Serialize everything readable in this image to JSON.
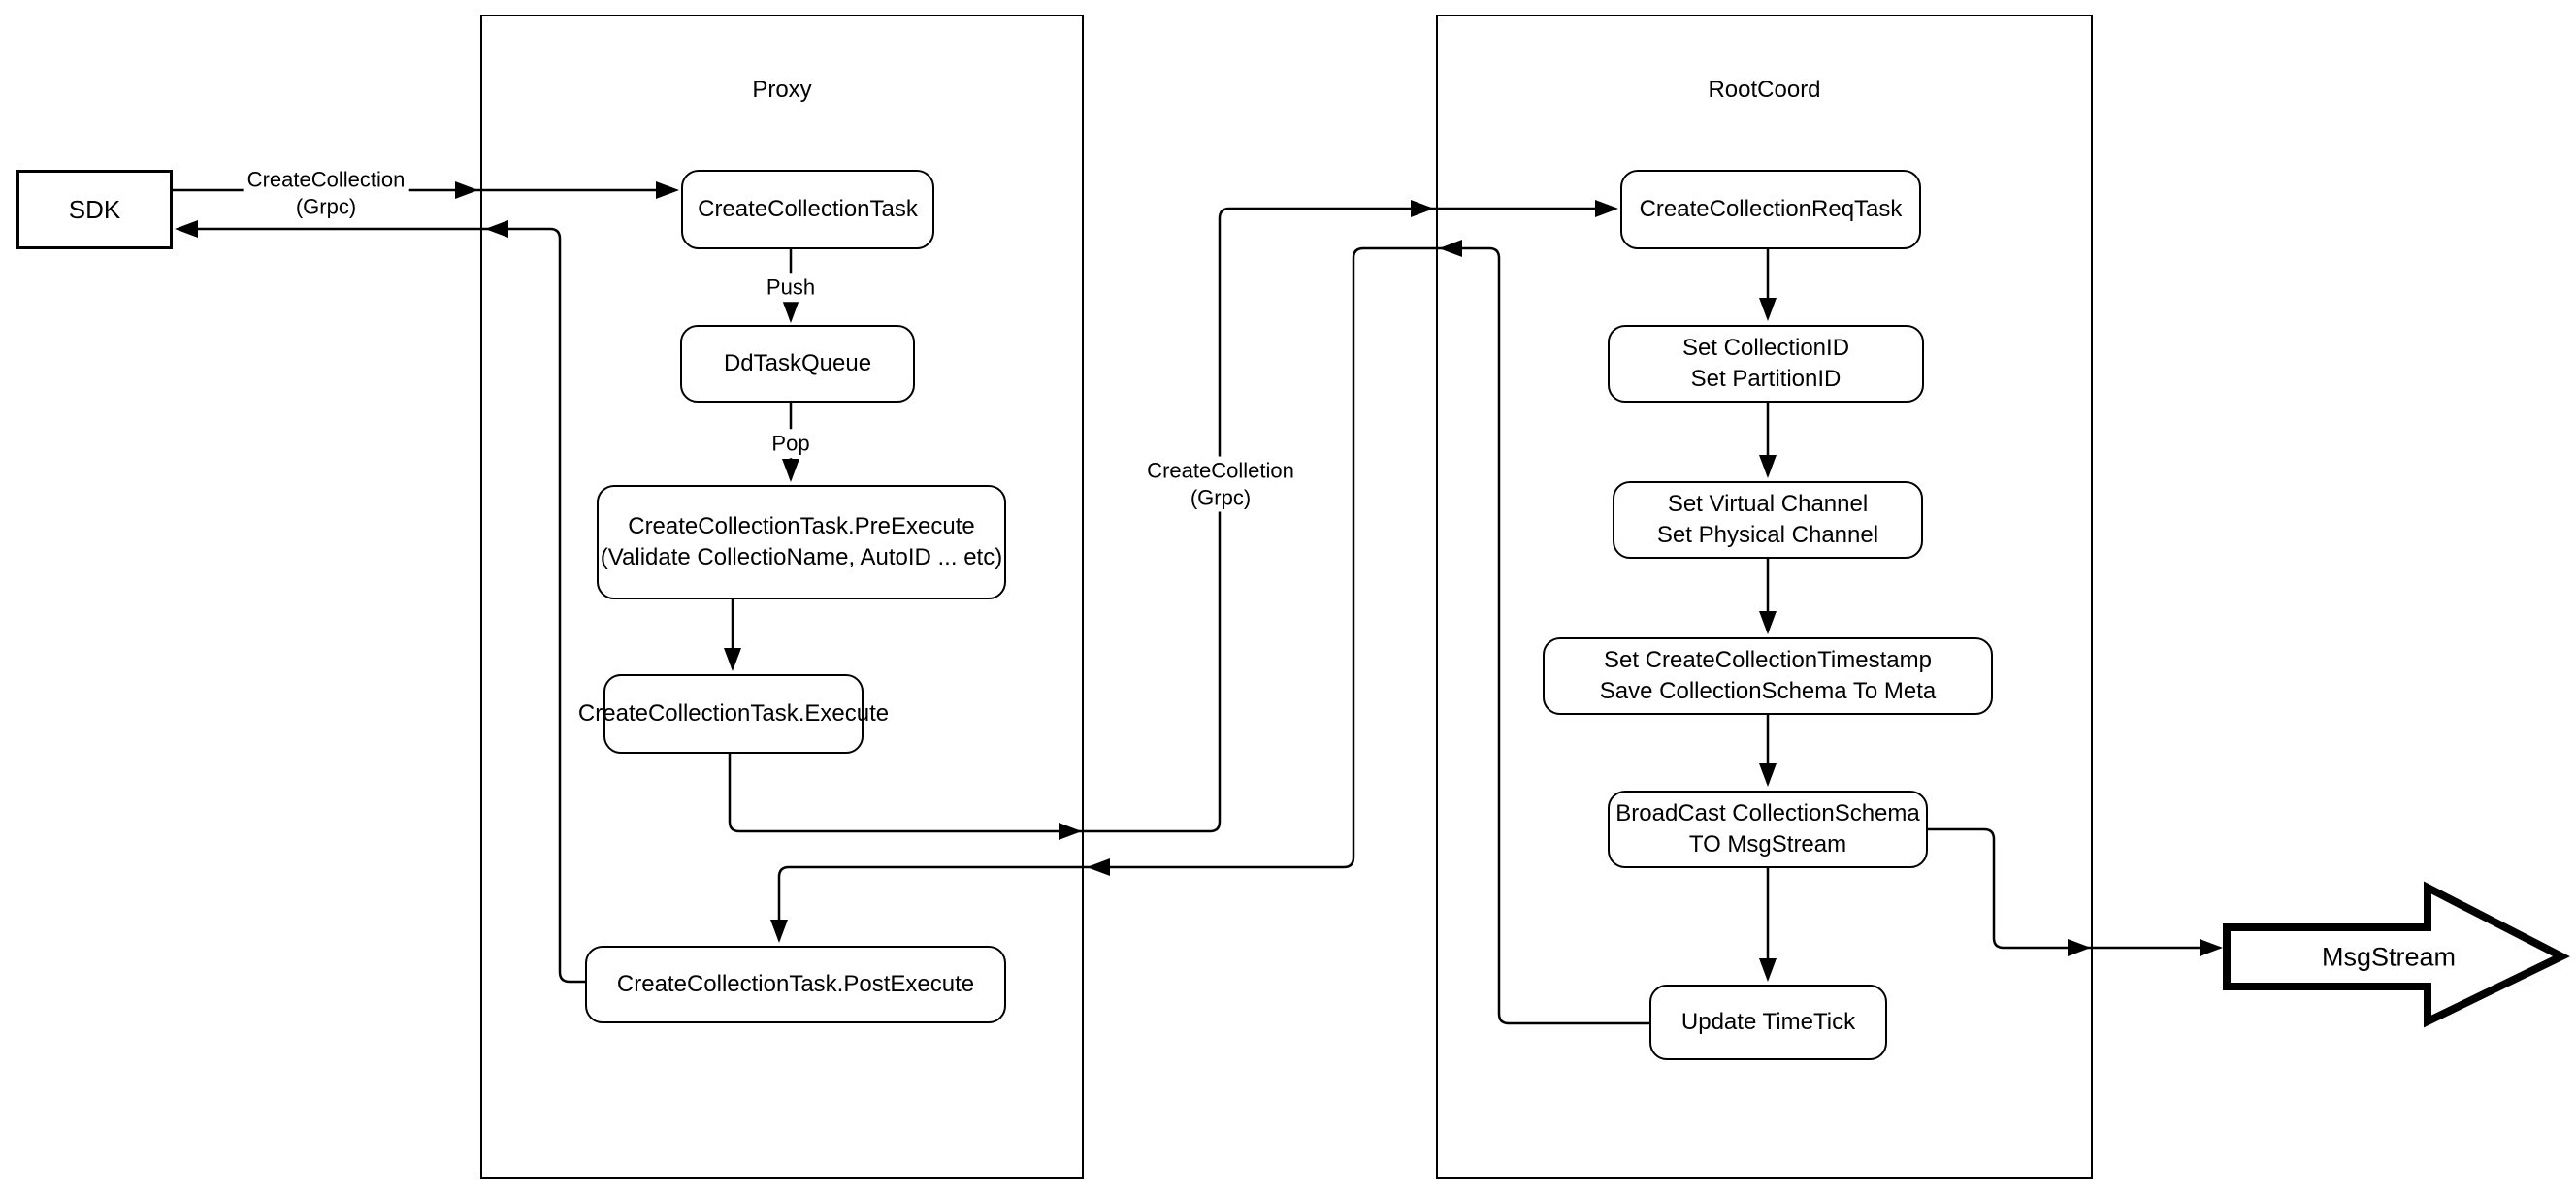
{
  "diagram": {
    "sdk": {
      "label": "SDK"
    },
    "proxy": {
      "title": "Proxy",
      "nodes": {
        "create_collection_task": "CreateCollectionTask",
        "dd_task_queue": "DdTaskQueue",
        "pre_execute": "CreateCollectionTask.PreExecute\n(Validate CollectioName, AutoID ... etc)",
        "execute": "CreateCollectionTask.Execute",
        "post_execute": "CreateCollectionTask.PostExecute"
      }
    },
    "rootcoord": {
      "title": "RootCoord",
      "nodes": {
        "req_task": "CreateCollectionReqTask",
        "set_ids": "Set CollectionID\nSet PartitionID",
        "set_channels": "Set Virtual Channel\nSet Physical Channel",
        "set_timestamp_meta": "Set CreateCollectionTimestamp\nSave CollectionSchema To Meta",
        "broadcast": "BroadCast CollectionSchema\nTO MsgStream",
        "update_timetick": "Update TimeTick"
      }
    },
    "msgstream": {
      "label": "MsgStream"
    },
    "edge_labels": {
      "sdk_to_proxy": "CreateCollection\n(Grpc)",
      "push": "Push",
      "pop": "Pop",
      "proxy_to_rootcoord": "CreateColletion\n(Grpc)"
    },
    "colors": {
      "stroke": "#000000",
      "background": "#ffffff"
    }
  }
}
